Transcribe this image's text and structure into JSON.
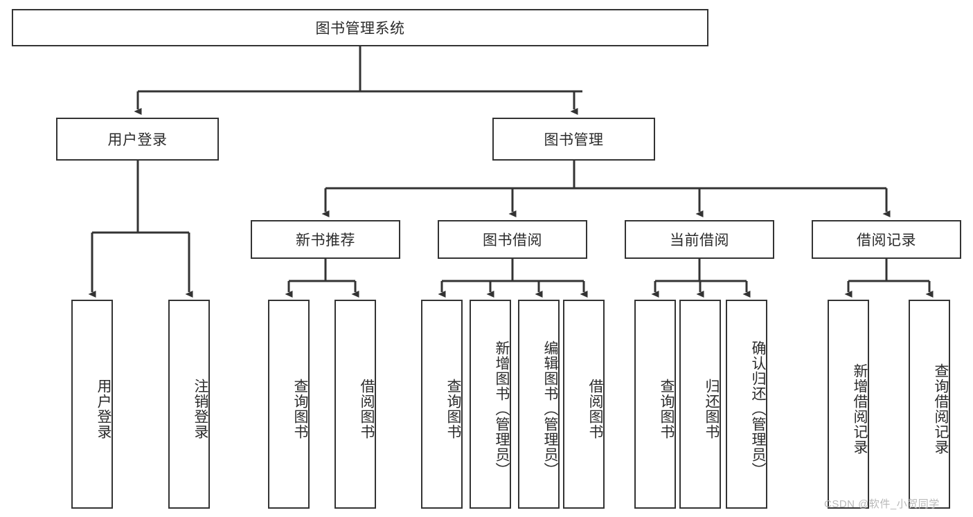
{
  "diagram": {
    "title_node": {
      "label": "图书管理系统"
    },
    "level2": [
      {
        "label": "用户登录"
      },
      {
        "label": "图书管理"
      }
    ],
    "level3": [
      {
        "label": "新书推荐"
      },
      {
        "label": "图书借阅"
      },
      {
        "label": "当前借阅"
      },
      {
        "label": "借阅记录"
      }
    ],
    "leaves": [
      {
        "label": "用户登录"
      },
      {
        "label": "注销登录"
      },
      {
        "label": "查询图书"
      },
      {
        "label": "借阅图书"
      },
      {
        "label": "查询图书"
      },
      {
        "label": "新增图书（管理员）"
      },
      {
        "label": "编辑图书（管理员）"
      },
      {
        "label": "借阅图书"
      },
      {
        "label": "查询图书"
      },
      {
        "label": "归还图书"
      },
      {
        "label": "确认归还（管理员）"
      },
      {
        "label": "新增借阅记录"
      },
      {
        "label": "查询借阅记录"
      }
    ],
    "watermark": "CSDN @软件_小贺同学",
    "colors": {
      "stroke": "#333333",
      "text": "#2b2b2b",
      "background": "#ffffff",
      "watermark": "#b9b9b9"
    }
  }
}
